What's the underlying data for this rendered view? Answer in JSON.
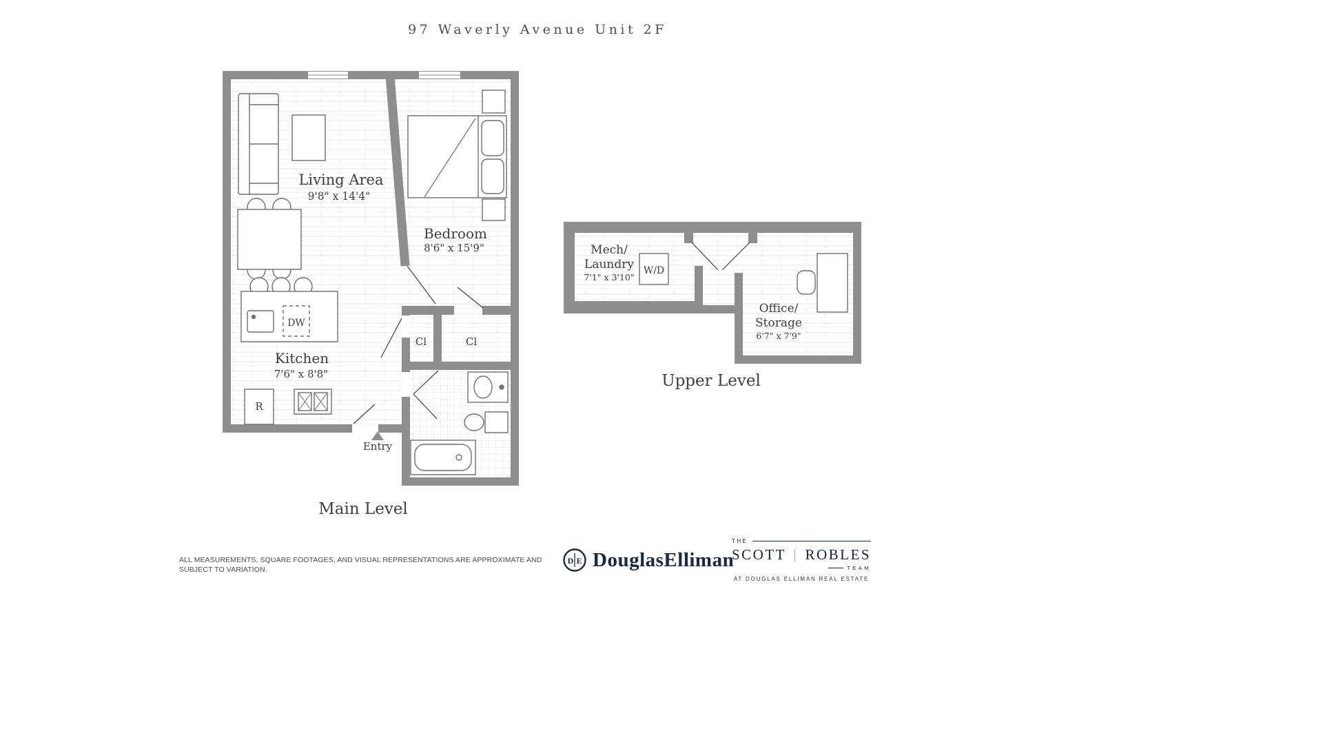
{
  "title": "97 Waverly Avenue Unit 2F",
  "colors": {
    "wall": "#8e8e8e",
    "navy": "#182841"
  },
  "main_level": {
    "caption": "Main Level",
    "living": {
      "label": "Living Area",
      "dims": "9'8\" x 14'4\""
    },
    "bedroom": {
      "label": "Bedroom",
      "dims": "8'6\" x 15'9\""
    },
    "kitchen": {
      "label": "Kitchen",
      "dims": "7'6\" x 8'8\""
    },
    "closet1": "Cl",
    "closet2": "Cl",
    "dishwasher": "DW",
    "range": "R",
    "entry": "Entry"
  },
  "upper_level": {
    "caption": "Upper Level",
    "mech": {
      "line1": "Mech/",
      "line2": "Laundry",
      "dims": "7'1\" x 3'10\""
    },
    "washer_dryer": "W/D",
    "office": {
      "line1": "Office/",
      "line2": "Storage",
      "dims": "6'7\" x 7'9\""
    }
  },
  "disclaimer": {
    "line1": "ALL MEASUREMENTS, SQUARE FOOTAGES, AND VISUAL REPRESENTATIONS ARE APPROXIMATE AND",
    "line2": "SUBJECT TO VARIATION."
  },
  "branding": {
    "douglas_elliman": {
      "monogram_left": "D",
      "monogram_right": "E",
      "wordmark": "DouglasElliman"
    },
    "scott_robles": {
      "the": "THE",
      "name_left": "SCOTT",
      "divider": "|",
      "name_right": "ROBLES",
      "team": "TEAM",
      "tagline": "AT DOUGLAS ELLIMAN REAL ESTATE"
    }
  }
}
